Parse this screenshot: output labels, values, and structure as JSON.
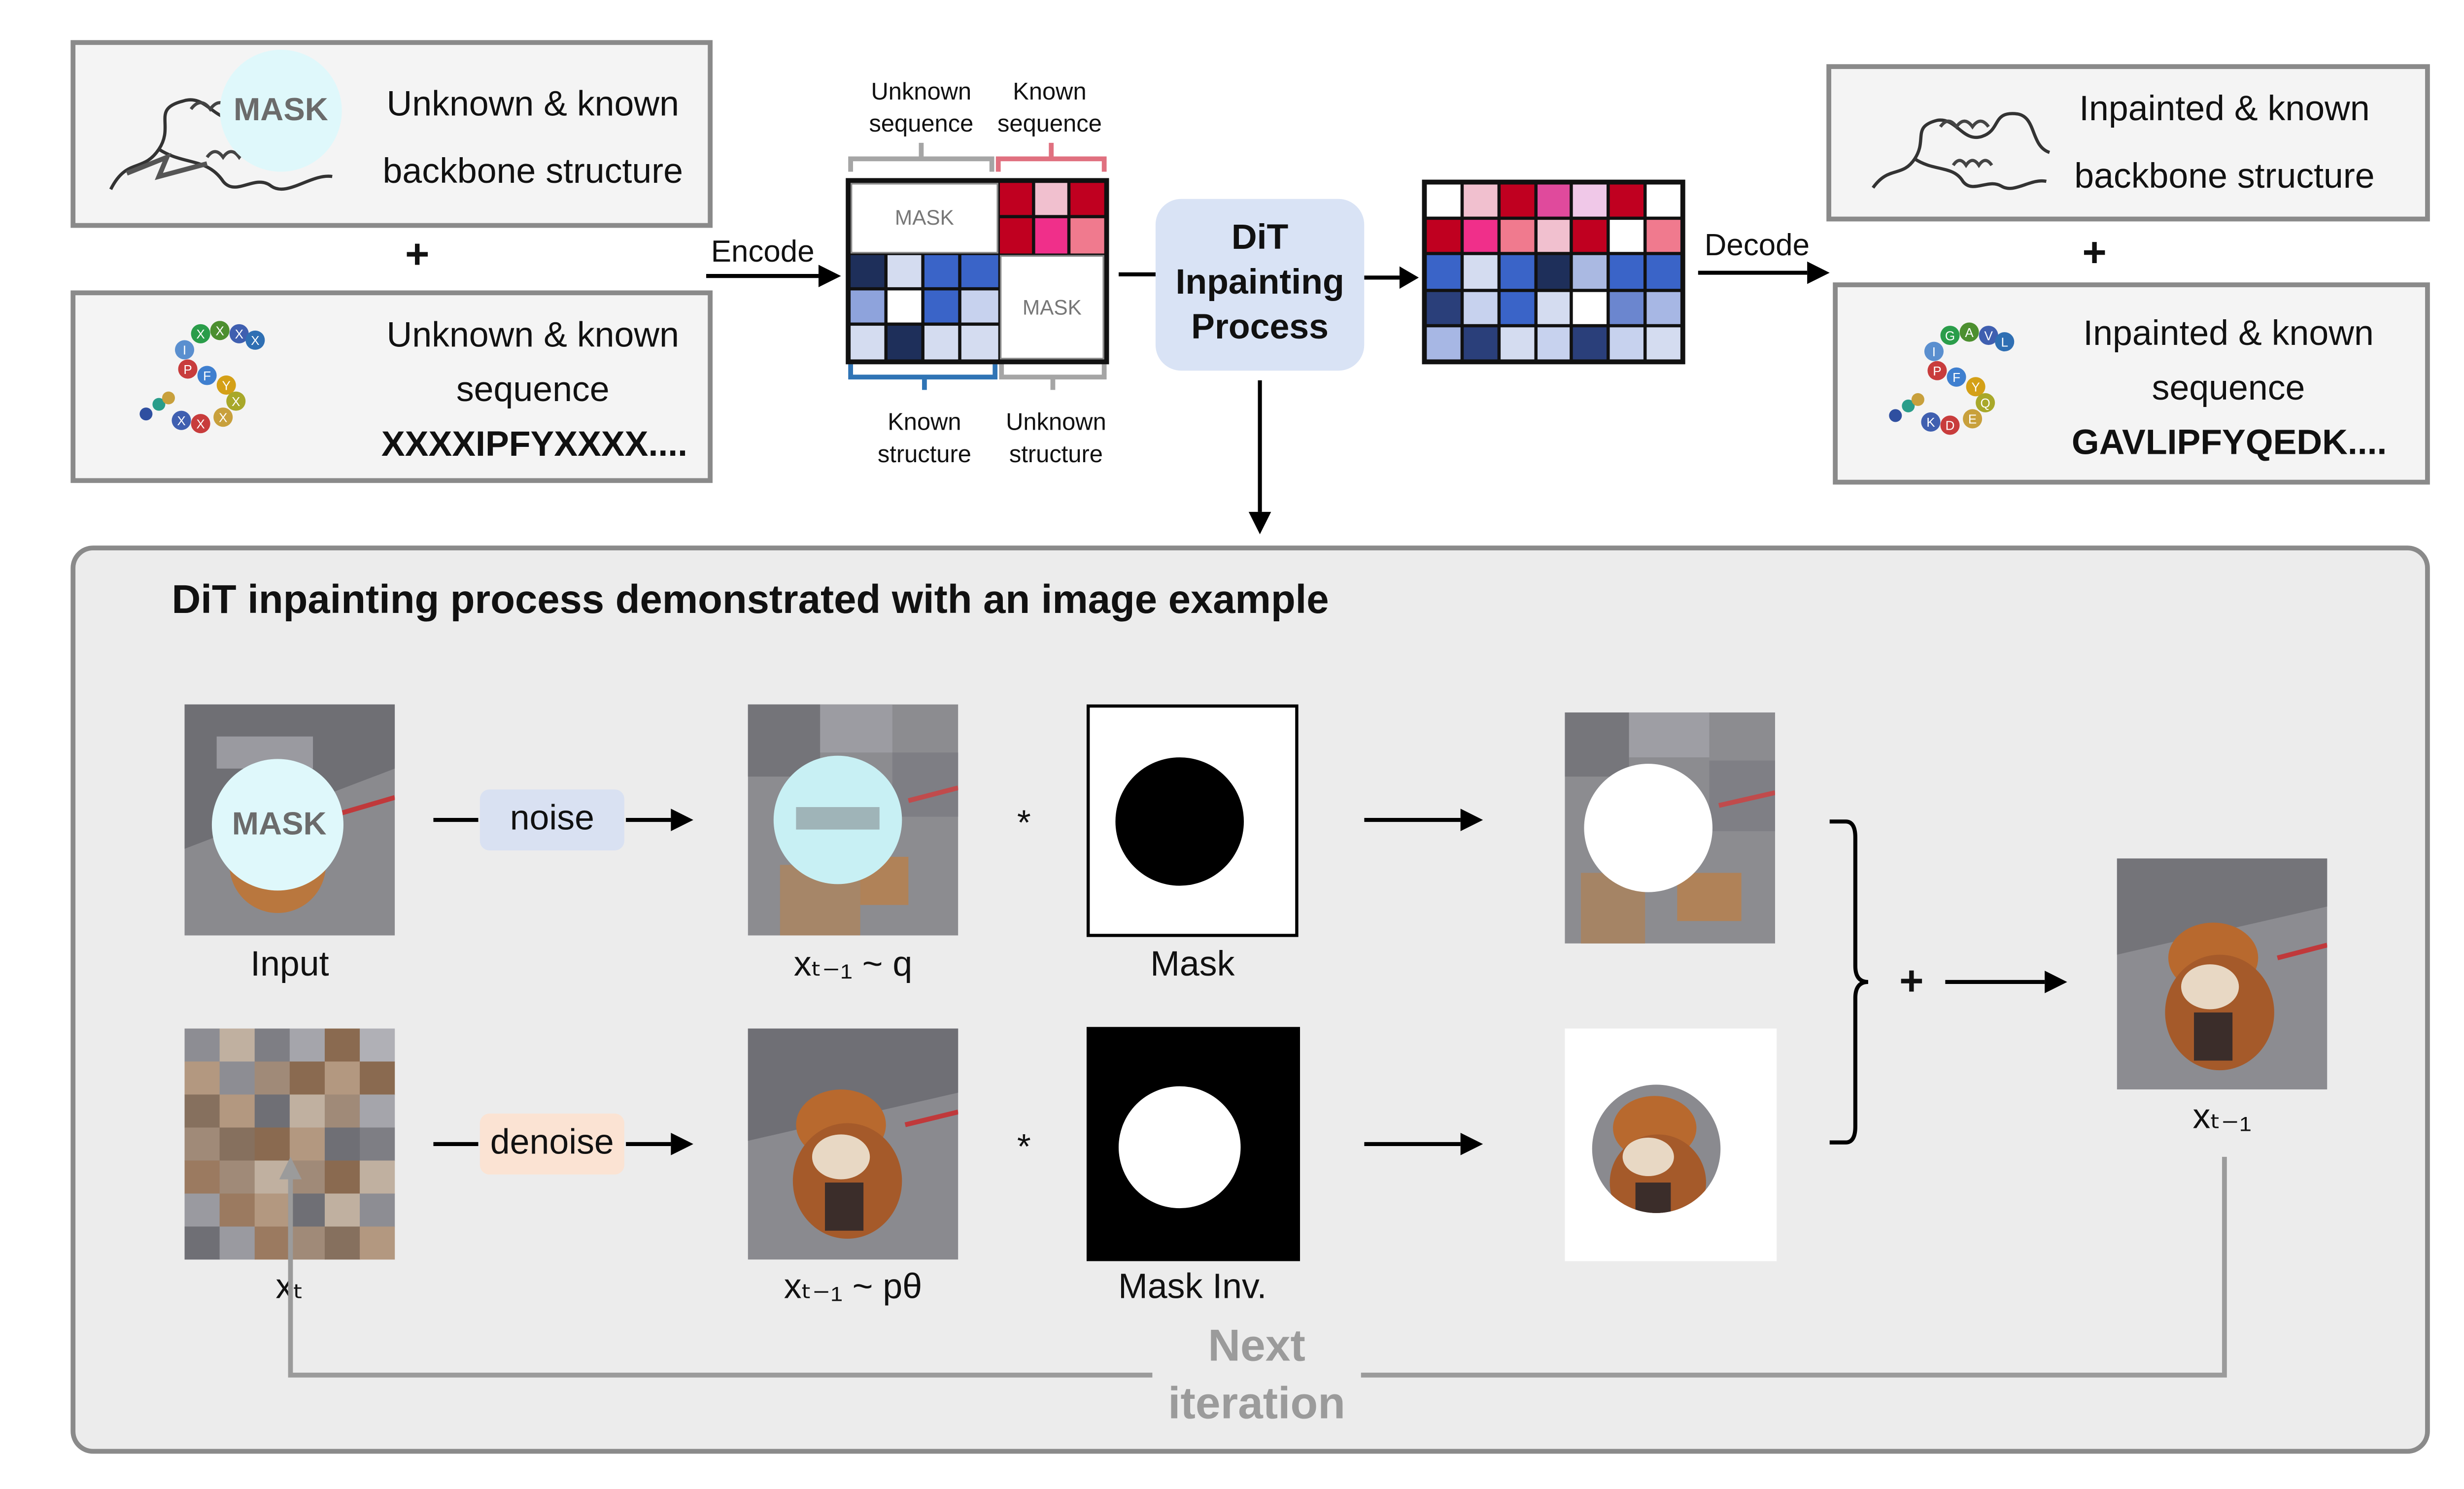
{
  "top": {
    "input_structure": {
      "mask_label": "MASK",
      "line1": "Unknown & known",
      "line2": "backbone structure"
    },
    "plus": "+",
    "input_sequence": {
      "line1": "Unknown & known",
      "line2": "sequence",
      "seq": "XXXXIPFYXXXX....",
      "beads": [
        "X",
        "X",
        "X",
        "X",
        "I",
        "P",
        "F",
        "Y",
        "X",
        "X",
        "X",
        "X"
      ]
    },
    "encode_label": "Encode",
    "embed": {
      "unknown_seq": "Unknown sequence",
      "known_seq": "Known sequence",
      "known_struct": "Known structure",
      "unknown_struct": "Unknown structure",
      "mask_label": "MASK",
      "bracket_colors": {
        "gray": "#a5a5a5",
        "pink": "#e0707f",
        "blue": "#2f74b5"
      }
    },
    "dit": {
      "line1": "DiT",
      "line2": "Inpainting",
      "line3": "Process",
      "fill": "#d9e3f5"
    },
    "output_grid_colors": [
      [
        "#ffffff",
        "#f1c0cf",
        "#c00020",
        "#e04a9c",
        "#f0c8e8",
        "#c00020",
        "#ffffff"
      ],
      [
        "#c00020",
        "#f02f8a",
        "#f07a8e",
        "#f1c0cf",
        "#c00020",
        "#ffffff",
        "#f07a8e"
      ],
      [
        "#3a64c8",
        "#d4dcf0",
        "#3a64c8",
        "#1e2f5a",
        "#aab9e2",
        "#3a64c8",
        "#3a64c8"
      ],
      [
        "#2a3f7a",
        "#c7d2ee",
        "#3a64c8",
        "#d4dcf0",
        "#ffffff",
        "#6b86cf",
        "#a7b7e4"
      ],
      [
        "#a7b7e4",
        "#2a3f7a",
        "#d4dcf0",
        "#c7d2ee",
        "#2a3f7a",
        "#c7d2ee",
        "#d4dcf0"
      ]
    ],
    "decode_label": "Decode",
    "output_structure": {
      "line1": "Inpainted & known",
      "line2": "backbone structure"
    },
    "output_sequence": {
      "line1": "Inpainted & known",
      "line2": "sequence",
      "seq": "GAVLIPFYQEDK....",
      "beads": [
        "G",
        "A",
        "V",
        "L",
        "I",
        "P",
        "F",
        "Y",
        "Q",
        "E",
        "D",
        "K"
      ]
    }
  },
  "panel": {
    "title": "DiT inpainting process demonstrated with an image example",
    "input_label": "Input",
    "input_mask_label": "MASK",
    "noise_label": "noise",
    "noise_fill": "#d9e1f2",
    "xt1_q": "xₜ₋₁ ~ q",
    "mask_label": "Mask",
    "mask_inv_label": "Mask Inv.",
    "xt_label": "xₜ",
    "denoise_label": "denoise",
    "denoise_fill": "#fbe3d3",
    "xt1_p": "xₜ₋₁ ~ pθ",
    "star": "*",
    "plus": "+",
    "out_label": "xₜ₋₁",
    "next_line1": "Next",
    "next_line2": "iteration",
    "accent_gray": "#9b9b9b"
  }
}
